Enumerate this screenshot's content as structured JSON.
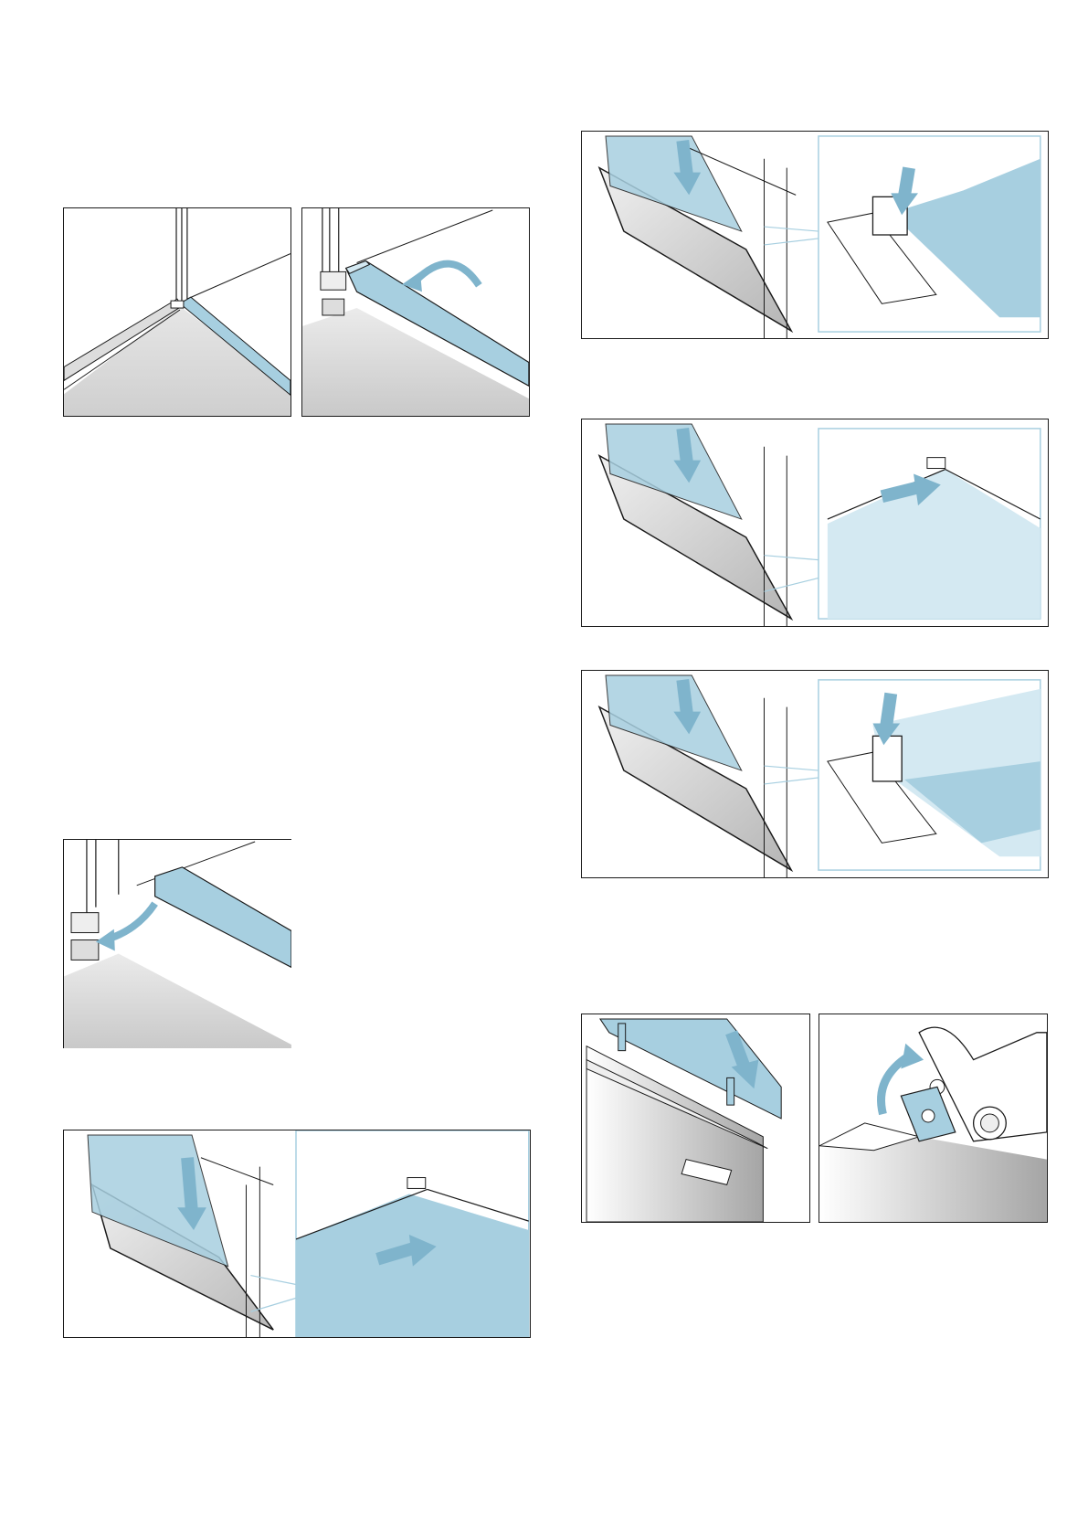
{
  "document": {
    "page_width": 1191,
    "page_height": 1684
  },
  "palette": {
    "ice_blue": "#a7cfe0",
    "ice_blue_light": "#d4e9f2",
    "arrow_blue": "#7fb4cc",
    "glass": "#cfe4ee",
    "steel": "#c8c8c8",
    "steel_dark": "#8a8a8a",
    "line": "#1a1a1a"
  },
  "figures": [
    {
      "id": "fig-1a",
      "depicts": "door-frame-corner-with-seal-strip"
    },
    {
      "id": "fig-1b",
      "depicts": "cover-strip-flipped-up"
    },
    {
      "id": "fig-2",
      "depicts": "cover-strip-refit-into-holder"
    },
    {
      "id": "fig-3",
      "depicts": "glass-pane-inserted-lower-holder"
    },
    {
      "id": "fig-4",
      "depicts": "inner-pane-pressed-into-clip"
    },
    {
      "id": "fig-5",
      "depicts": "middle-pane-slid-under-retainer"
    },
    {
      "id": "fig-6",
      "depicts": "outer-pane-pressed-into-bracket"
    },
    {
      "id": "fig-7a",
      "depicts": "door-cover-pressed-on"
    },
    {
      "id": "fig-7b",
      "depicts": "hinge-lock-lever-turned"
    }
  ]
}
